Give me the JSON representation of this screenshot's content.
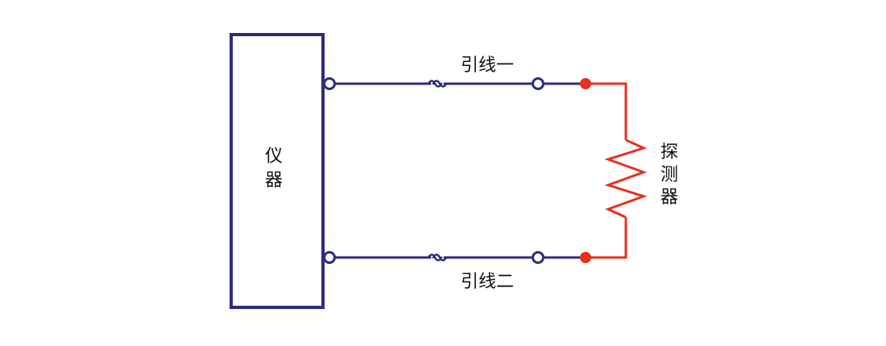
{
  "instrument": {
    "label_line1": "仪",
    "label_line2": "器"
  },
  "lead_wires": {
    "wire1_label": "引线一",
    "wire2_label": "引线二"
  },
  "detector": {
    "label_line1": "探",
    "label_line2": "测",
    "label_line3": "器"
  },
  "colors": {
    "wire": "#2e2d7e",
    "detector_circuit": "#e8301c",
    "text": "#111111"
  }
}
